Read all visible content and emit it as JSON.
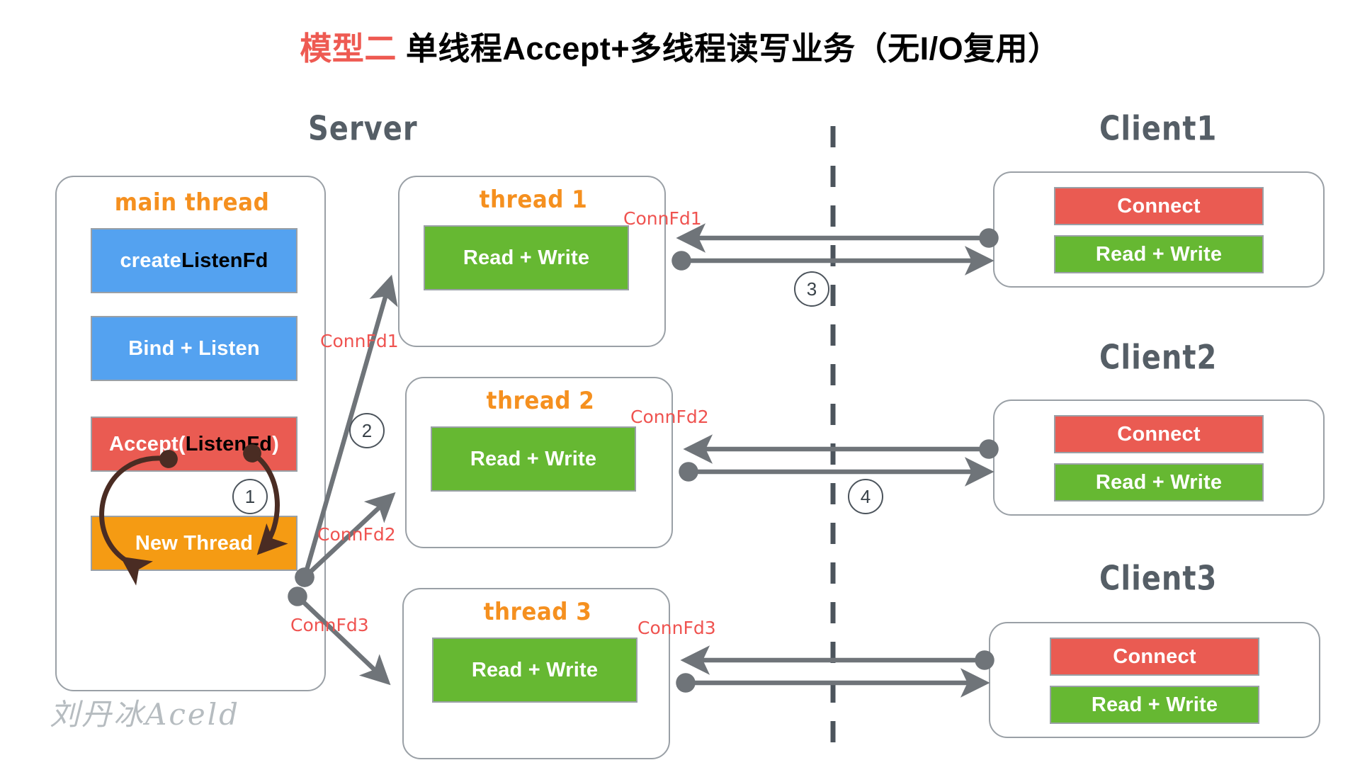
{
  "title": {
    "accent": "模型二",
    "rest": " 单线程Accept+多线程读写业务（无I/O复用）",
    "accent_color": "#ee5a52"
  },
  "sections": {
    "server_label": "Server",
    "client1_label": "Client1",
    "client2_label": "Client2",
    "client3_label": "Client3"
  },
  "main_thread": {
    "title": "main thread",
    "steps": [
      {
        "label_white": "create ",
        "label_dark": "ListenFd",
        "color": "blue"
      },
      {
        "label_white": "Bind + Listen",
        "label_dark": "",
        "color": "blue"
      },
      {
        "label_white": "Accept(",
        "label_dark": "ListenFd",
        "label_tail": ")",
        "color": "red"
      },
      {
        "label_white": "New Thread",
        "label_dark": "",
        "color": "orange"
      }
    ]
  },
  "threads": [
    {
      "title": "thread 1",
      "action": "Read + Write",
      "color": "green"
    },
    {
      "title": "thread 2",
      "action": "Read + Write",
      "color": "green"
    },
    {
      "title": "thread 3",
      "action": "Read + Write",
      "color": "green"
    }
  ],
  "clients": [
    {
      "name": "Client1",
      "connect": "Connect",
      "rw": "Read + Write"
    },
    {
      "name": "Client2",
      "connect": "Connect",
      "rw": "Read + Write"
    },
    {
      "name": "Client3",
      "connect": "Connect",
      "rw": "Read + Write"
    }
  ],
  "connfd_labels": {
    "dispatch1": "ConnFd1",
    "dispatch2": "ConnFd2",
    "dispatch3": "ConnFd3",
    "link1": "ConnFd1",
    "link2": "ConnFd2",
    "link3": "ConnFd3"
  },
  "markers": {
    "m1": "1",
    "m2": "2",
    "m3": "3",
    "m4": "4"
  },
  "signature": "刘丹冰Aceld",
  "colors": {
    "blue": "#54a2f0",
    "red": "#ea5b52",
    "green": "#66b832",
    "orange": "#f59b13",
    "accent_red": "#ef5350",
    "panel_border": "#9aa0a6",
    "heading_gray": "#555e66",
    "arrow_gray": "#6f7479",
    "loop_arrow": "#4a2c23"
  }
}
